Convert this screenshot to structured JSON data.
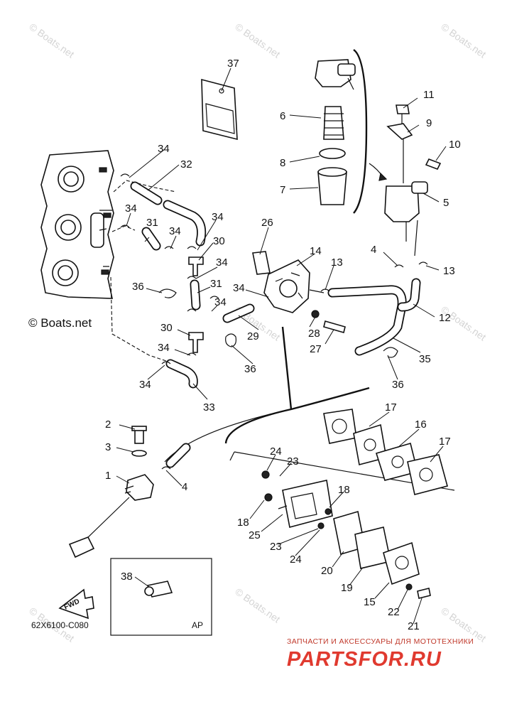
{
  "diagram_code": "62X6100-C080",
  "inset_label": "AP",
  "fwd_label": "FWD",
  "watermark_text": "© Boats.net",
  "site_tagline": "ЗАПЧАСТИ И АКСЕССУАРЫ ДЛЯ МОТОТЕХНИКИ",
  "site_logo": "PARTSFOR.RU",
  "colors": {
    "logo_red": "#e03a2f",
    "watermark_gray": "#d4d4d4",
    "line": "#111111"
  },
  "callouts": {
    "c1": "1",
    "c2": "2",
    "c3": "3",
    "c4a": "4",
    "c4b": "4",
    "c5": "5",
    "c6": "6",
    "c7": "7",
    "c8": "8",
    "c9": "9",
    "c10": "10",
    "c11": "11",
    "c12": "12",
    "c13a": "13",
    "c13b": "13",
    "c14": "14",
    "c15": "15",
    "c16": "16",
    "c17a": "17",
    "c17b": "17",
    "c18a": "18",
    "c18b": "18",
    "c19": "19",
    "c20": "20",
    "c21": "21",
    "c22": "22",
    "c23a": "23",
    "c23b": "23",
    "c24a": "24",
    "c24b": "24",
    "c25": "25",
    "c26": "26",
    "c27": "27",
    "c28": "28",
    "c29": "29",
    "c30a": "30",
    "c30b": "30",
    "c31a": "31",
    "c31b": "31",
    "c32": "32",
    "c33": "33",
    "c34a": "34",
    "c34b": "34",
    "c34c": "34",
    "c34d": "34",
    "c34e": "34",
    "c34f": "34",
    "c34g": "34",
    "c34h": "34",
    "c34i": "34",
    "c35": "35",
    "c36a": "36",
    "c36b": "36",
    "c36c": "36",
    "c37": "37",
    "c38": "38"
  }
}
